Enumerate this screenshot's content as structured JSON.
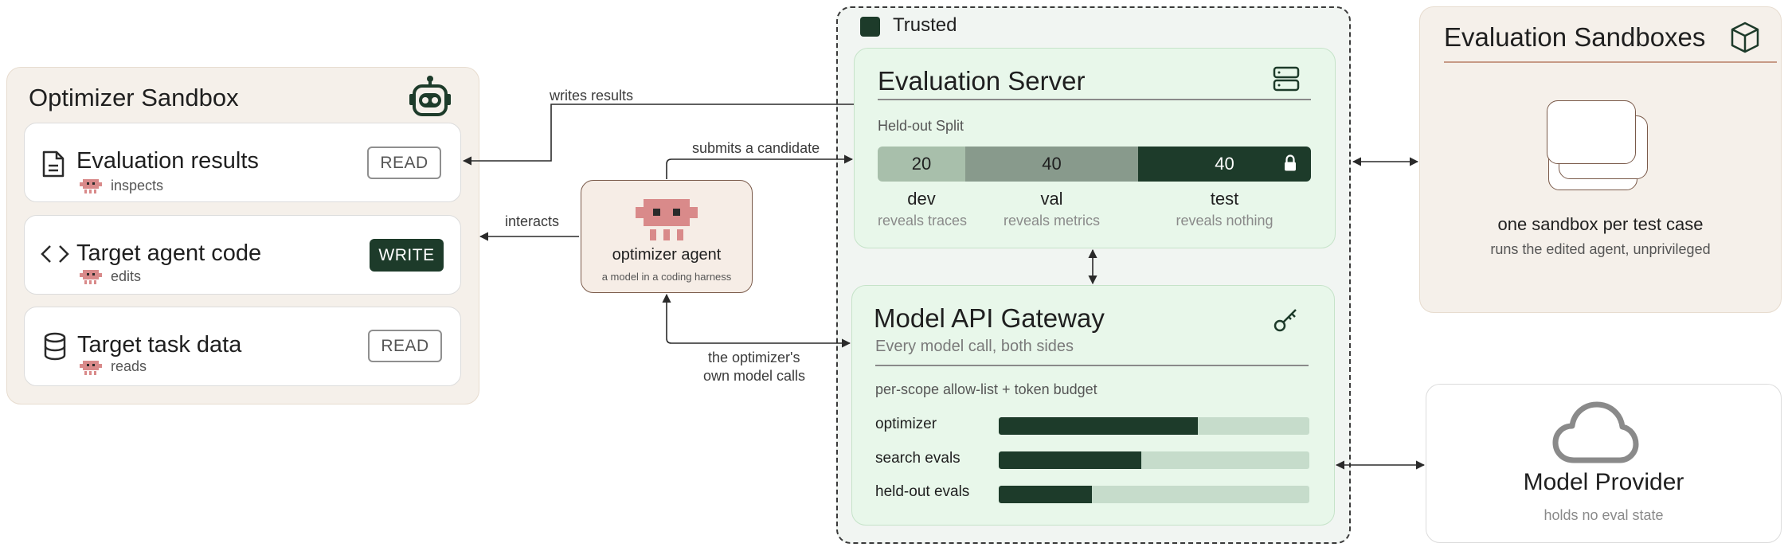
{
  "optimizer_sandbox": {
    "title": "Optimizer Sandbox",
    "icon": "robot-icon",
    "cards": [
      {
        "title": "Evaluation results",
        "icon": "document-icon",
        "sub": "inspects",
        "badge": "READ"
      },
      {
        "title": "Target agent code",
        "icon": "code-brackets-icon",
        "sub": "edits",
        "badge": "WRITE"
      },
      {
        "title": "Target task data",
        "icon": "database-icon",
        "sub": "reads",
        "badge": "READ"
      }
    ]
  },
  "agent": {
    "title": "optimizer agent",
    "subtitle": "a model in a coding harness",
    "icon": "pixel-robot-icon"
  },
  "edges": {
    "writes_results": "writes results",
    "submits_candidate": "submits a candidate",
    "interacts": "interacts",
    "own_calls_line1": "the optimizer's",
    "own_calls_line2": "own model calls"
  },
  "trusted": {
    "label": "Trusted",
    "eval_server": {
      "title": "Evaluation Server",
      "icon": "server-icon",
      "split_label": "Held-out Split",
      "splits": [
        {
          "value": "20",
          "name": "dev",
          "desc": "reveals traces",
          "fraction": 0.2
        },
        {
          "value": "40",
          "name": "val",
          "desc": "reveals metrics",
          "fraction": 0.4
        },
        {
          "value": "40",
          "name": "test",
          "desc": "reveals nothing",
          "fraction": 0.4,
          "locked": true
        }
      ]
    },
    "gateway": {
      "title": "Model API Gateway",
      "subtitle": "Every model call, both sides",
      "icon": "key-icon",
      "budget_label": "per-scope allow-list + token budget",
      "bars": [
        {
          "label": "optimizer",
          "fraction": 0.64
        },
        {
          "label": "search evals",
          "fraction": 0.46
        },
        {
          "label": "held-out evals",
          "fraction": 0.3
        }
      ]
    }
  },
  "eval_sandboxes": {
    "title": "Evaluation Sandboxes",
    "icon": "cube-icon",
    "caption": "one sandbox per test case",
    "sub": "runs the edited agent, unprivileged"
  },
  "provider": {
    "title": "Model Provider",
    "sub": "holds no eval state",
    "icon": "cloud-icon"
  },
  "colors": {
    "dark_green": "#1d3b2a",
    "mid_green": "#889a8c",
    "light_green": "#a8bfab",
    "card_green": "#e8f7ea",
    "sandbox_beige": "#f5f0ea",
    "agent_pink": "#d98a8a"
  }
}
